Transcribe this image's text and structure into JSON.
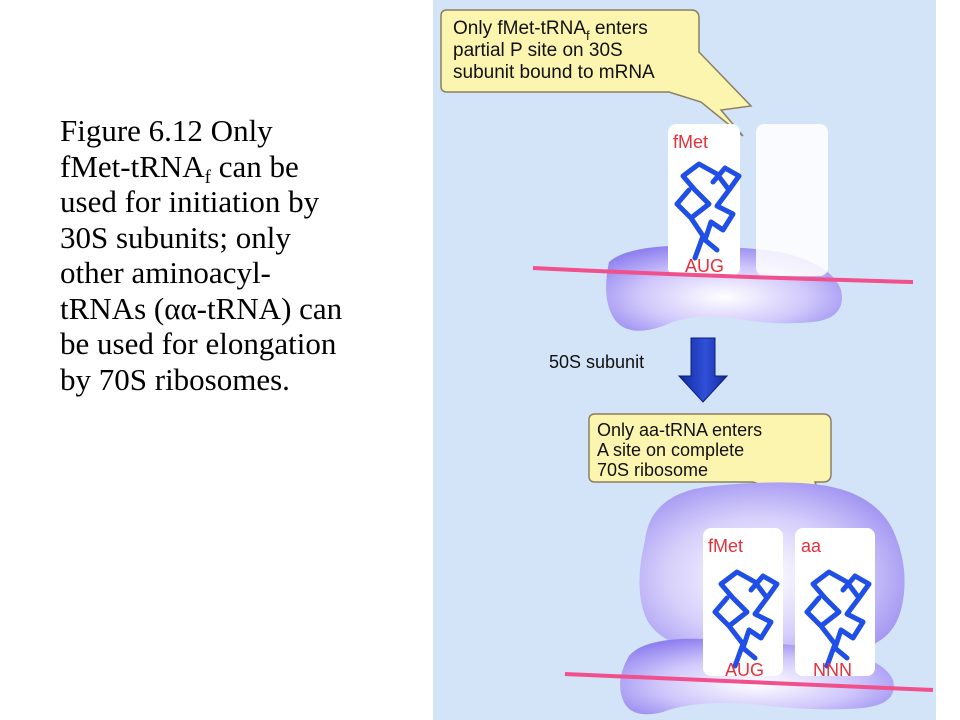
{
  "caption": {
    "line1": "Figure 6.12 Only",
    "line2_pre": "fMet-tRNA",
    "line2_sub": "f",
    "line2_post": " can be",
    "line3": "used for initiation by",
    "line4": "30S subunits; only",
    "line5": "other aminoacyl-",
    "line6": "tRNAs (αα-tRNA) can",
    "line7": "be used for elongation",
    "line8": "by 70S ribosomes."
  },
  "diagram": {
    "callout_top": {
      "line1_pre": "Only  fMet-tRNA",
      "line1_sub": "f",
      "line1_post": " enters",
      "line2": "partial P site on 30S",
      "line3": "subunit bound to mRNA"
    },
    "trna_top_label": "fMet",
    "codon_top": "AUG",
    "arrow_label": "50S subunit",
    "callout_bottom": {
      "line1": "Only aa-tRNA enters",
      "line2": "A site on complete",
      "line3": "70S ribosome"
    },
    "trna_p_label": "fMet",
    "trna_a_label": "aa",
    "codon_p": "AUG",
    "codon_a": "NNN",
    "colors": {
      "background": "#d3e3f8",
      "callout_fill": "#fcf5b0",
      "ribosome": "#b3a8f5",
      "mrna": "#f0508c",
      "trna": "#1f4fe6",
      "label_red": "#e8303c",
      "arrow_blue": "#1a38b8"
    }
  }
}
